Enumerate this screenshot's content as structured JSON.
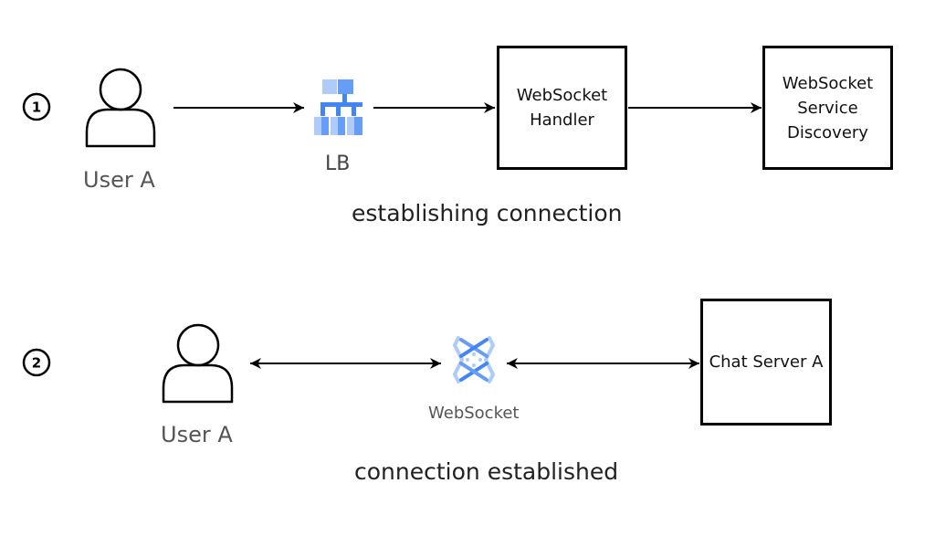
{
  "diagram": {
    "step1": {
      "number": "1",
      "user_label": "User A",
      "lb_label": "LB",
      "handler_lines": [
        "WebSocket",
        "Handler"
      ],
      "discovery_lines": [
        "WebSocket",
        "Service",
        "Discovery"
      ],
      "caption": "establishing connection"
    },
    "step2": {
      "number": "2",
      "user_label": "User A",
      "ws_label": "WebSocket",
      "server_label": "Chat Server A",
      "caption": "connection established"
    },
    "colors": {
      "line": "#000000",
      "icon_dark": "#4285F4",
      "icon_light": "#AECBFA",
      "icon_mid": "#669DF6"
    },
    "icons": [
      "user-icon",
      "load-balancer-icon",
      "websocket-icon"
    ]
  }
}
